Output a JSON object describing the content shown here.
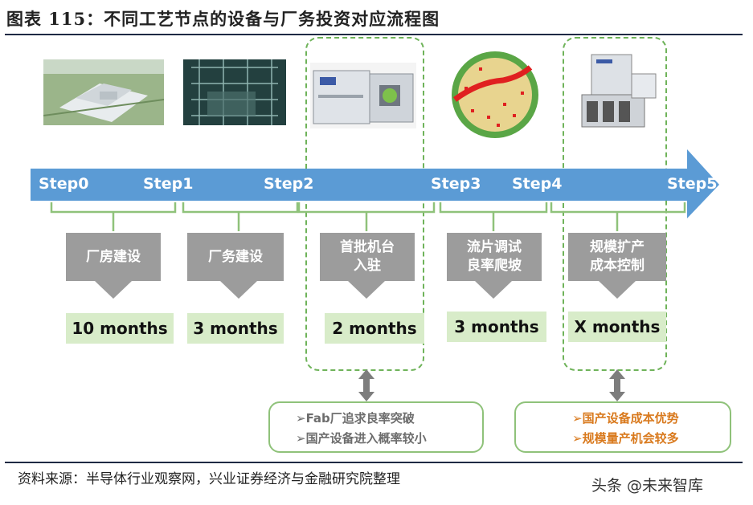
{
  "header": {
    "title": "图表 115：不同工艺节点的设备与厂务投资对应流程图"
  },
  "steps": [
    "Step0",
    "Step1",
    "Step2",
    "Step3",
    "Step4",
    "Step5"
  ],
  "stages": [
    {
      "label_line1": "厂房建设",
      "label_line2": "",
      "duration": "10 months"
    },
    {
      "label_line1": "厂务建设",
      "label_line2": "",
      "duration": "3 months"
    },
    {
      "label_line1": "首批机台",
      "label_line2": "入驻",
      "duration": "2 months"
    },
    {
      "label_line1": "流片调试",
      "label_line2": "良率爬坡",
      "duration": "3 months"
    },
    {
      "label_line1": "规模扩产",
      "label_line2": "成本控制",
      "duration": "X months"
    }
  ],
  "notes": {
    "left": [
      "➢Fab厂追求良率突破",
      "➢国产设备进入概率较小"
    ],
    "right": [
      "➢国产设备成本优势",
      "➢规模量产机会较多"
    ]
  },
  "footer": {
    "source": "资料来源：半导体行业观察网，兴业证券经济与金融研究院整理",
    "watermark": "头条 @未来智库"
  },
  "colors": {
    "arrow": "#5b9bd5",
    "green": "#8fc27a",
    "gray": "#9c9c9c",
    "light_green": "#d8ecc9"
  }
}
